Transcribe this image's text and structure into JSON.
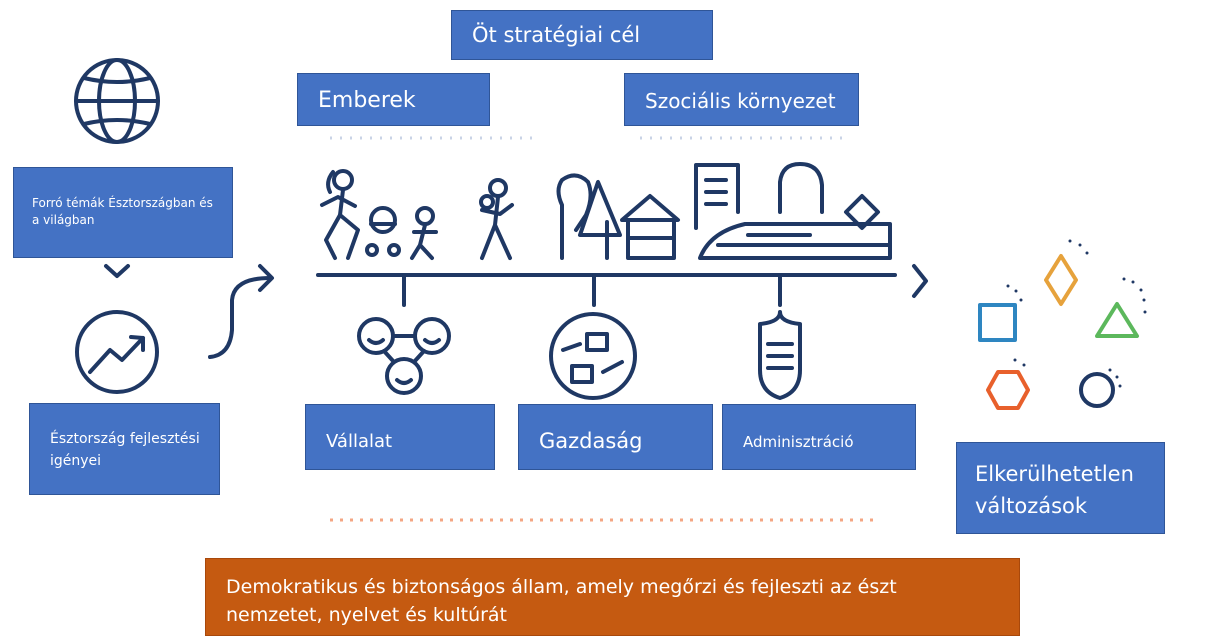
{
  "top_title": "Öt stratégiai cél",
  "people": "Emberek",
  "social": "Szociális környezet",
  "hot_topics": "Forró témák Észtországban és a világban",
  "estonia_needs": "Észtország fejlesztési igényei",
  "company": "Vállalat",
  "economy": "Gazdaság",
  "administration": "Adminisztráció",
  "inevitable": "Elkerülhetetlen változások",
  "bottom_goal": "Demokratikus és biztonságos állam, amely megőrzi és fejleszti az észt nemzetet, nyelvet és kultúrát",
  "icons": [
    "globe-icon",
    "trend-chart-icon",
    "people-family-icon",
    "nature-house-icon",
    "city-train-icon",
    "smiley-network-icon",
    "exchange-packages-icon",
    "shield-document-icon",
    "colored-shapes-icon"
  ],
  "colors": {
    "box_blue": "#4472c4",
    "box_orange": "#c55a11",
    "icon_navy": "#1f3864"
  }
}
